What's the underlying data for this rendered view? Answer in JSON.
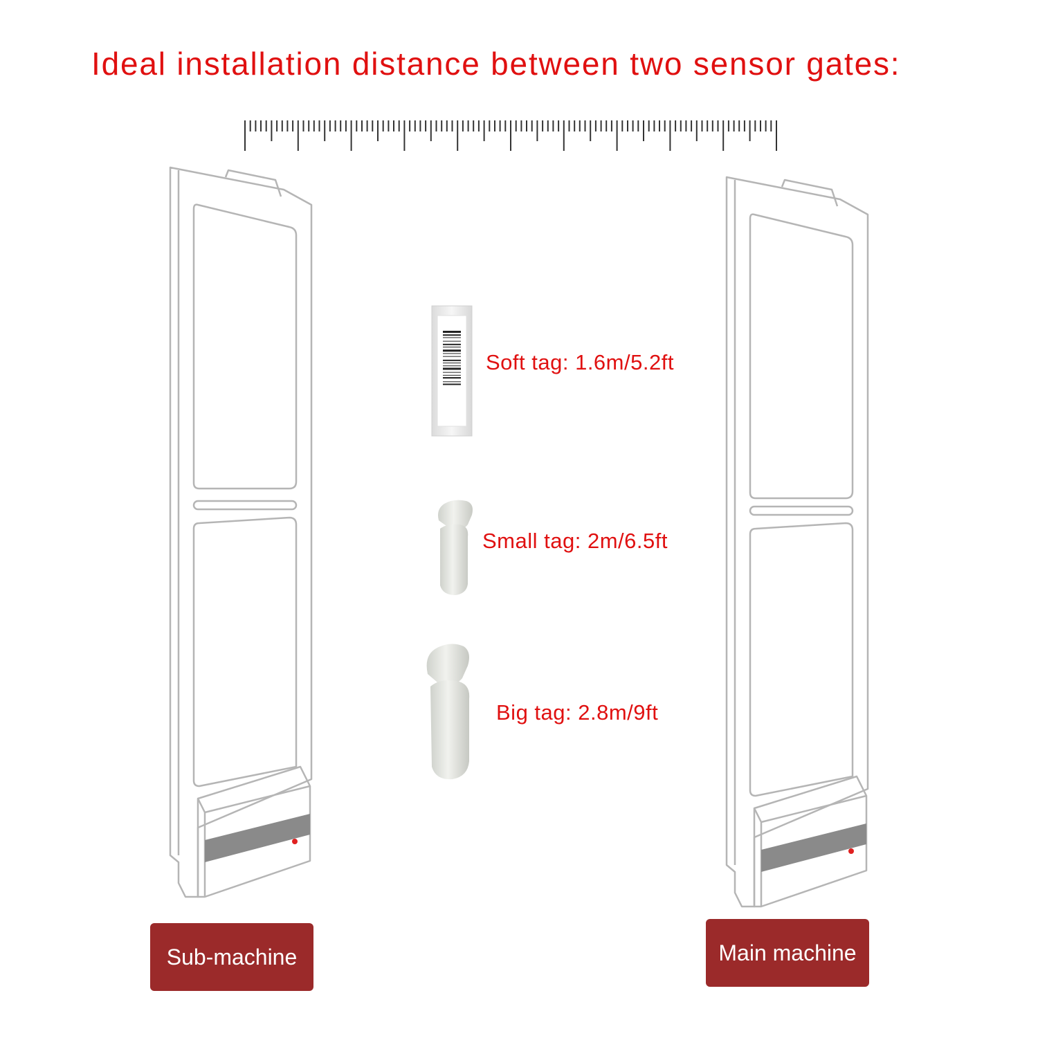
{
  "title": "Ideal installation distance between two sensor gates:",
  "tags": [
    {
      "label": "Soft tag: 1.6m/5.2ft",
      "icon": "soft-tag-icon"
    },
    {
      "label": "Small tag: 2m/6.5ft",
      "icon": "small-hard-tag-icon"
    },
    {
      "label": "Big tag: 2.8m/9ft",
      "icon": "big-hard-tag-icon"
    }
  ],
  "machines": {
    "left": "Sub-machine",
    "right": "Main machine"
  },
  "colors": {
    "title": "#e01010",
    "label_bg": "#9b2a2a",
    "stripe": "#8a8a8a"
  }
}
